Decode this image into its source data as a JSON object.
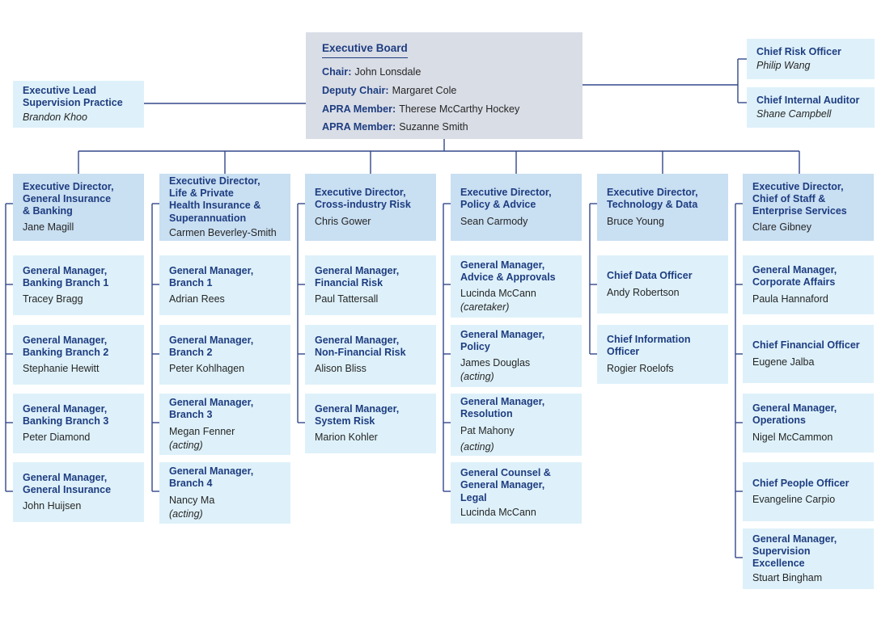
{
  "colors": {
    "heading": "#1e3d80",
    "text": "#262626",
    "line": "#33488c",
    "board_bg": "#d9dde6",
    "director_bg": "#c9dff2",
    "report_bg": "#def1fa",
    "page_bg": "#ffffff"
  },
  "board": {
    "title": "Executive Board",
    "members": [
      {
        "label": "Chair:",
        "name": "John Lonsdale"
      },
      {
        "label": "Deputy Chair:",
        "name": "Margaret Cole"
      },
      {
        "label": "APRA Member:",
        "name": "Therese McCarthy Hockey"
      },
      {
        "label": "APRA Member:",
        "name": "Suzanne Smith"
      }
    ]
  },
  "left_box": {
    "title": "Executive Lead\nSupervision Practice",
    "name": "Brandon Khoo"
  },
  "right_boxes": [
    {
      "title": "Chief Risk Officer",
      "name": "Philip Wang"
    },
    {
      "title": "Chief Internal Auditor",
      "name": "Shane Campbell"
    }
  ],
  "columns": [
    {
      "director": {
        "title": "Executive Director,\nGeneral Insurance\n& Banking",
        "name": "Jane Magill"
      },
      "reports": [
        {
          "title": "General Manager,\nBanking Branch 1",
          "name": "Tracey Bragg"
        },
        {
          "title": "General Manager,\nBanking Branch 2",
          "name": "Stephanie Hewitt"
        },
        {
          "title": "General Manager,\nBanking Branch 3",
          "name": "Peter Diamond"
        },
        {
          "title": "General Manager,\nGeneral Insurance",
          "name": "John Huijsen"
        }
      ]
    },
    {
      "director": {
        "title": "Executive Director,\nLife & Private\nHealth Insurance &\nSuperannuation",
        "name": "Carmen Beverley-Smith"
      },
      "reports": [
        {
          "title": "General Manager,\nBranch 1",
          "name": "Adrian Rees"
        },
        {
          "title": "General Manager,\nBranch 2",
          "name": "Peter Kohlhagen"
        },
        {
          "title": "General Manager,\nBranch 3",
          "name": "Megan Fenner",
          "qualifier": "(acting)"
        },
        {
          "title": "General Manager,\nBranch 4",
          "name": "Nancy Ma",
          "qualifier": "(acting)"
        }
      ]
    },
    {
      "director": {
        "title": "Executive Director,\nCross-industry Risk",
        "name": "Chris Gower"
      },
      "reports": [
        {
          "title": "General Manager,\nFinancial Risk",
          "name": "Paul Tattersall"
        },
        {
          "title": "General Manager,\nNon-Financial Risk",
          "name": "Alison Bliss"
        },
        {
          "title": "General Manager,\nSystem Risk",
          "name": "Marion Kohler"
        }
      ]
    },
    {
      "director": {
        "title": "Executive Director,\nPolicy & Advice",
        "name": "Sean Carmody"
      },
      "reports": [
        {
          "title": "General Manager,\nAdvice & Approvals",
          "name": "Lucinda McCann",
          "qualifier": "(caretaker)"
        },
        {
          "title": "General Manager,\nPolicy",
          "name": "James Douglas",
          "qualifier": "(acting)"
        },
        {
          "title": "General Manager,\nResolution",
          "name": "Pat Mahony",
          "qualifier": "(acting)"
        },
        {
          "title": "General Counsel &\nGeneral Manager,\nLegal",
          "name": "Lucinda McCann"
        }
      ]
    },
    {
      "director": {
        "title": "Executive Director,\nTechnology & Data",
        "name": "Bruce Young"
      },
      "reports": [
        {
          "title": "Chief Data Officer",
          "name": "Andy Robertson"
        },
        {
          "title": "Chief Information\nOfficer",
          "name": "Rogier Roelofs"
        }
      ]
    },
    {
      "director": {
        "title": "Executive Director,\nChief of Staff &\nEnterprise Services",
        "name": "Clare Gibney"
      },
      "reports": [
        {
          "title": "General Manager,\nCorporate Affairs",
          "name": "Paula Hannaford"
        },
        {
          "title": "Chief Financial Officer",
          "name": "Eugene Jalba"
        },
        {
          "title": "General Manager,\nOperations",
          "name": "Nigel McCammon"
        },
        {
          "title": "Chief People Officer",
          "name": "Evangeline Carpio"
        },
        {
          "title": "General Manager,\nSupervision\nExcellence",
          "name": "Stuart Bingham"
        }
      ]
    }
  ]
}
